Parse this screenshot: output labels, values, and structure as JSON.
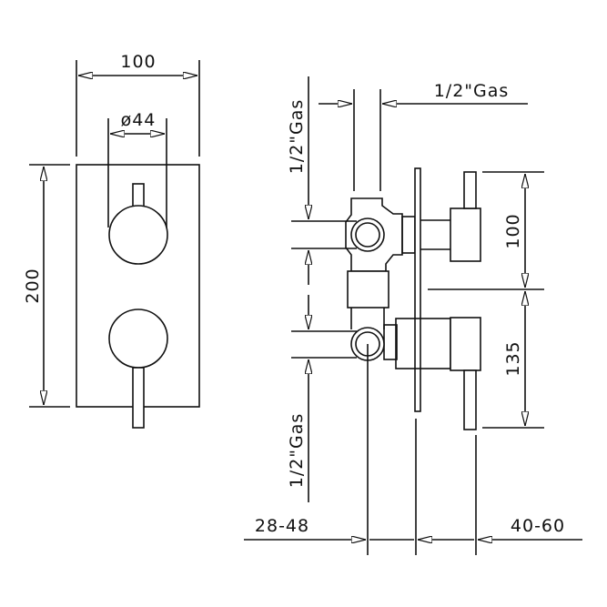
{
  "front_view": {
    "width_label": "100",
    "knob_diameter_label": "ø44",
    "height_label": "200"
  },
  "side_view": {
    "top_connection_label": "1/2\"Gas",
    "upper_outlet_label": "1/2\"Gas",
    "lower_outlet_label": "1/2\"Gas",
    "upper_spacing_label": "100",
    "lower_spacing_label": "135",
    "wall_depth_label": "28-48",
    "projection_label": "40-60"
  },
  "colors": {
    "line": "#111111",
    "background": "#ffffff"
  }
}
